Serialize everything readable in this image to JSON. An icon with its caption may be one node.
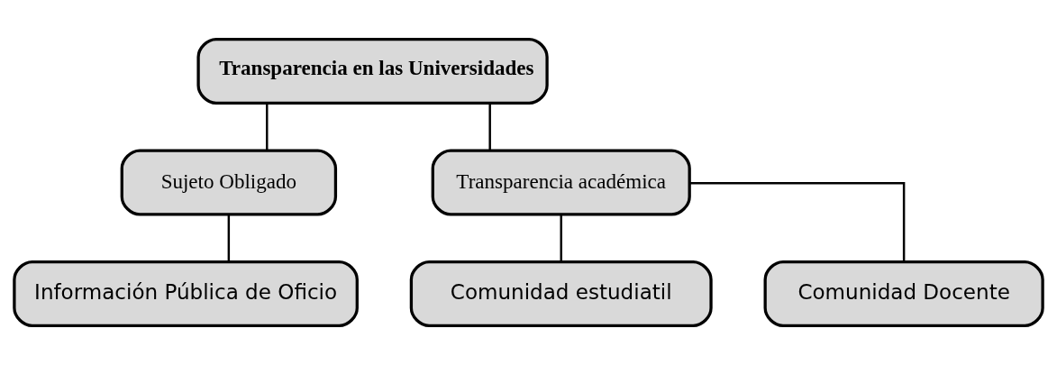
{
  "diagram": {
    "nodes": [
      {
        "text": [
          "Transparencia en las Universidades"
        ]
      },
      {
        "text": [
          "Sujeto Obligado"
        ]
      },
      {
        "text": [
          "Transparencia académica"
        ]
      },
      {
        "text": [
          "Información Pública de Oficio"
        ]
      },
      {
        "text": [
          "Comunidad estudiatil"
        ]
      },
      {
        "text": [
          "Comunidad Docente"
        ]
      }
    ],
    "edges": [
      {
        "from": 0,
        "to": 1,
        "arrow": "none"
      },
      {
        "from": 0,
        "to": 2,
        "arrow": "none"
      },
      {
        "from": 1,
        "to": 3,
        "arrow": "none"
      },
      {
        "from": 2,
        "to": 4,
        "arrow": "none"
      },
      {
        "from": 2,
        "to": 5,
        "arrow": "none"
      }
    ]
  }
}
